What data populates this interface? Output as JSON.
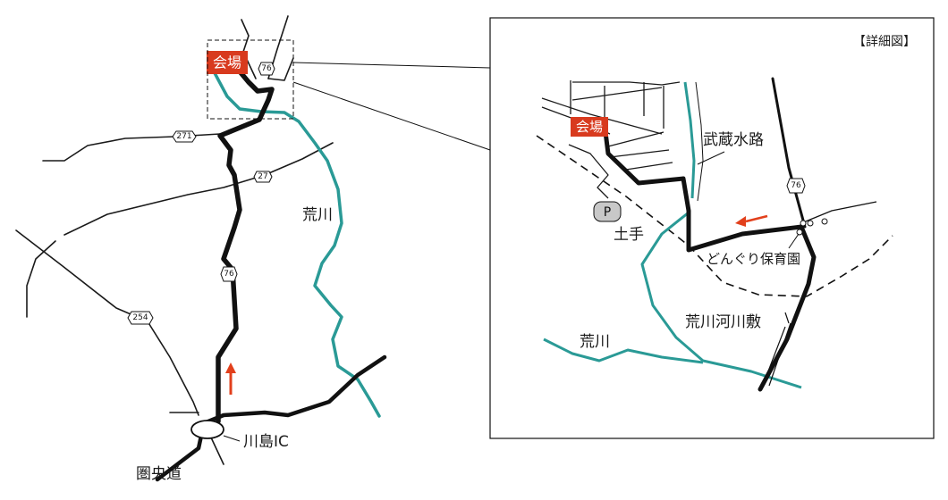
{
  "colors": {
    "route": "#111111",
    "road": "#1a1a1a",
    "river": "#2a9a96",
    "venue": "#d83a1e",
    "arrow": "#e2401c",
    "parking_fill": "#c8c8c8"
  },
  "overview": {
    "venue_label": "会場",
    "river_label": "荒川",
    "interchange_label": "川島IC",
    "expressway_label": "圏央道",
    "shields": {
      "r76_top": "76",
      "r271": "271",
      "r27": "27",
      "r76_mid": "76",
      "r254": "254"
    }
  },
  "detail": {
    "title": "【詳細図】",
    "venue_label": "会場",
    "waterway_label": "武蔵水路",
    "parking_label": "P",
    "embankment_label": "土手",
    "nursery_label": "どんぐり保育園",
    "riverbed_label": "荒川河川敷",
    "river_label": "荒川",
    "shield_76": "76"
  }
}
